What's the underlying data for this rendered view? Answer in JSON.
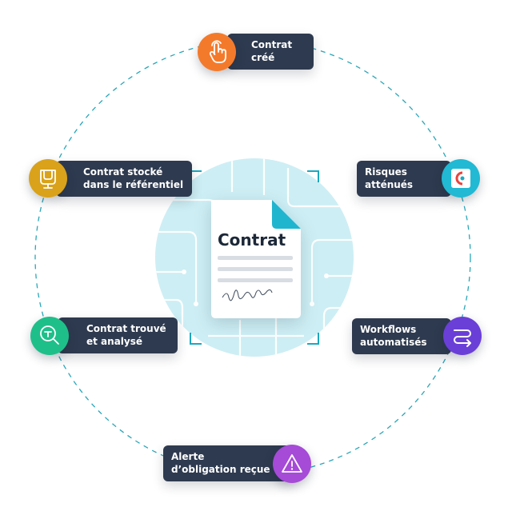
{
  "center": {
    "title": "Contrat"
  },
  "steps": [
    {
      "id": "created",
      "lines": [
        "Contrat",
        "créé"
      ],
      "icon": "hand-pointer-icon",
      "color": "#f47a2b"
    },
    {
      "id": "risks",
      "lines": [
        "Risques",
        "atténués"
      ],
      "icon": "shield-eye-icon",
      "color": "#21b9d3"
    },
    {
      "id": "workflows",
      "lines": [
        "Workflows",
        "automatisés"
      ],
      "icon": "workflow-arrow-icon",
      "color": "#6a3fd8"
    },
    {
      "id": "alert",
      "lines": [
        "Alerte",
        "d’obligation reçue"
      ],
      "icon": "warning-triangle-icon",
      "color": "#a64ad8"
    },
    {
      "id": "found",
      "lines": [
        "Contrat trouvé",
        "et analysé"
      ],
      "icon": "magnifier-icon",
      "color": "#1fbf8a"
    },
    {
      "id": "stored",
      "lines": [
        "Contrat stocké",
        "dans le référentiel"
      ],
      "icon": "repository-icon",
      "color": "#d9a21a"
    }
  ],
  "accent_cycle": "#2aa6b8"
}
